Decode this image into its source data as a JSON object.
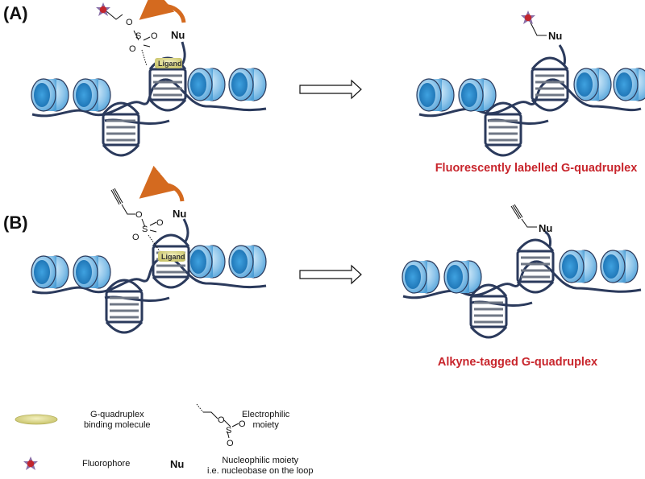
{
  "panels": {
    "a": {
      "label": "(A)",
      "nucleophile": "Nu",
      "ligand": "Ligand",
      "product_caption": "Fluorescently labelled G-quadruplex",
      "product_nucleophile": "Nu"
    },
    "b": {
      "label": "(B)",
      "nucleophile": "Nu",
      "ligand": "Ligand",
      "product_caption": "Alkyne-tagged G-quadruplex",
      "product_nucleophile": "Nu"
    }
  },
  "atoms": {
    "oxygen": "O",
    "sulfur": "S"
  },
  "legend": {
    "binding_line1": "G-quadruplex",
    "binding_line2": "binding molecule",
    "electrophilic_line1": "Electrophilic",
    "electrophilic_line2": "moiety",
    "fluorophore": "Fluorophore",
    "nu_symbol": "Nu",
    "nucleophilic_line1": "Nucleophilic moiety",
    "nucleophilic_line2": "i.e. nucleobase on the loop"
  },
  "colors": {
    "dna_strand": "#2b3a5c",
    "nucleosome_light": "#a9d3ee",
    "nucleosome_dark": "#2a8fcf",
    "ligand": "#e6e29a",
    "arrow_curved": "#d46a1f",
    "fluorophore": "#c2262e",
    "caption": "#c8252c"
  }
}
